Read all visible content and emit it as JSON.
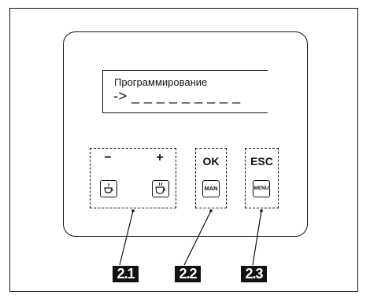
{
  "display": {
    "line1": "Программирование",
    "line2": "-> _ _ _ _ _ _ _ _ _"
  },
  "keys": {
    "minus_label": "−",
    "plus_label": "+",
    "ok_label": "OK",
    "esc_label": "ESC",
    "man_key": "MAN",
    "menu_key": "MENU"
  },
  "callouts": {
    "c1": "2.1",
    "c2": "2.2",
    "c3": "2.3"
  },
  "icons": {
    "small_coffee": "coffee-cup-small-icon",
    "large_coffee": "coffee-cup-large-icon"
  }
}
